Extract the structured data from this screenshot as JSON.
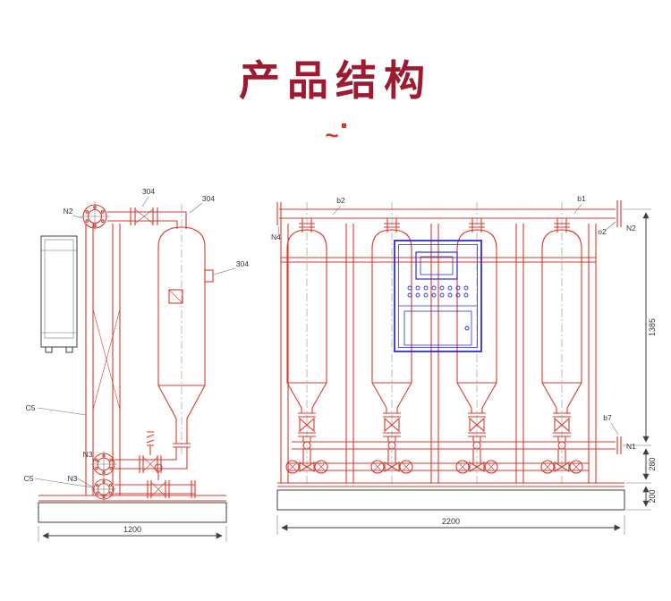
{
  "header": {
    "title": "产品结构",
    "divider": "~"
  },
  "colors": {
    "title": "#9c1b31",
    "line_red": "#d8382c",
    "line_dark": "#3f3f3f",
    "panel_blue": "#2b2fd4",
    "background": "#ffffff"
  },
  "left_drawing": {
    "description": "single-filter-vessel-side-view",
    "labels": {
      "nozzle_n2": "N2",
      "part_304_a": "304",
      "part_304_b": "304",
      "part_304_c": "304",
      "nozzle_c5_upper": "C5",
      "nozzle_n3_upper": "N3",
      "nozzle_c5_lower": "C5",
      "nozzle_n3_lower": "N3",
      "dim_base_width": "1200"
    }
  },
  "right_drawing": {
    "description": "four-filter-vessel-front-view-with-control-panel",
    "labels": {
      "nozzle_b2": "b2",
      "nozzle_b1": "b1",
      "nozzle_n4": "N4",
      "nozzle_o2": "o2",
      "nozzle_n2": "N2",
      "nozzle_b7": "b7",
      "nozzle_n1": "N1",
      "dim_total_width": "2200",
      "dim_height_main": "1385",
      "dim_height_mid": "280",
      "dim_height_base": "200"
    }
  }
}
